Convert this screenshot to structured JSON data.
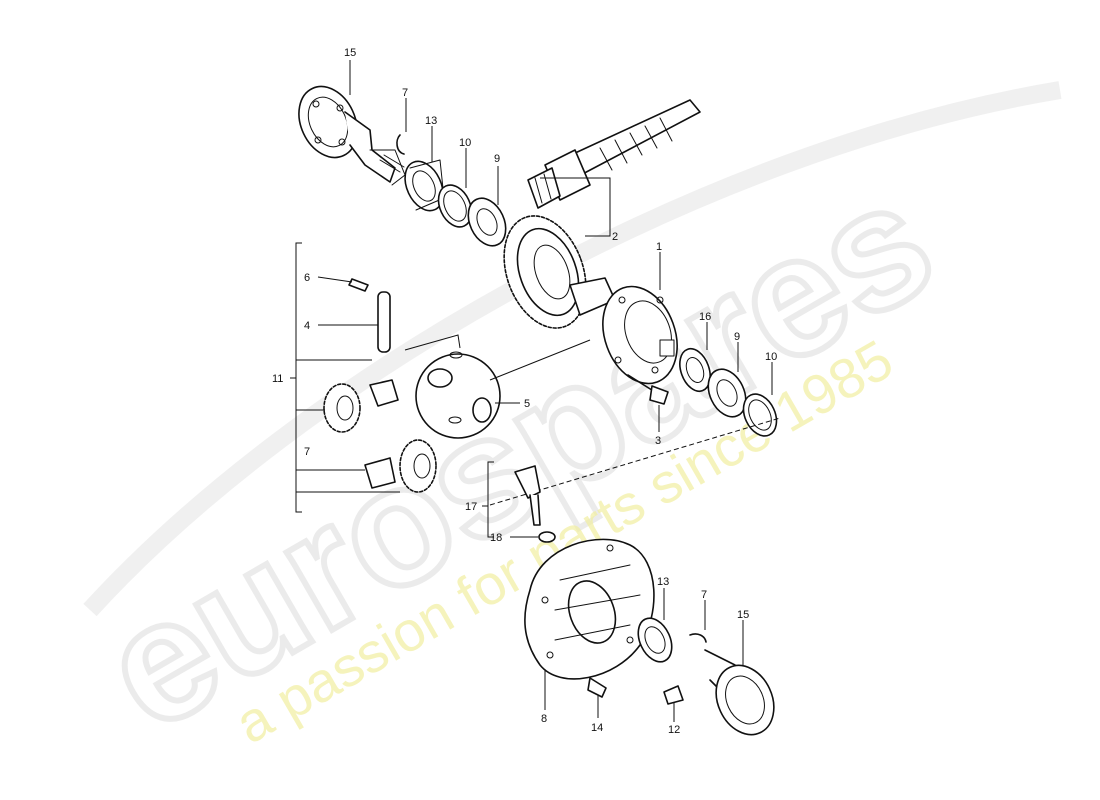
{
  "watermark": {
    "brand": "eurospares",
    "tagline": "a passion for parts since 1985"
  },
  "callouts": {
    "c1": "1",
    "c2": "2",
    "c3": "3",
    "c4": "4",
    "c5": "5",
    "c6": "6",
    "c7_top": "7",
    "c7_left": "7",
    "c7_bottom": "7",
    "c8": "8",
    "c9_top": "9",
    "c9_right": "9",
    "c10_top": "10",
    "c10_right": "10",
    "c11": "11",
    "c12": "12",
    "c13_top": "13",
    "c13_bottom": "13",
    "c14": "14",
    "c15_top": "15",
    "c15_bottom": "15",
    "c16": "16",
    "c17": "17",
    "c18": "18"
  }
}
